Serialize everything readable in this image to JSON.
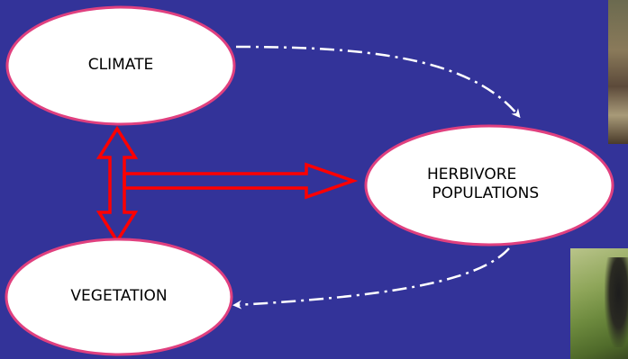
{
  "diagram": {
    "background_color": "#333399",
    "node_fill": "#ffffff",
    "node_border_color": "#e0407f",
    "arrow_color": "#ff0000",
    "dashed_arrow_color": "#ffffff",
    "nodes": {
      "climate": {
        "label": "CLIMATE"
      },
      "herbivore": {
        "line1": "HERBIVORE",
        "line2": " POPULATIONS"
      },
      "vegetation": {
        "label": "VEGETATION"
      }
    },
    "edges": [
      {
        "from": "climate",
        "to": "herbivore",
        "style": "dash-dot",
        "direction": "forward"
      },
      {
        "from": "herbivore",
        "to": "vegetation",
        "style": "dash-dot",
        "direction": "forward"
      },
      {
        "from": "climate",
        "to": "vegetation",
        "style": "double-outline",
        "direction": "both"
      },
      {
        "from": "climate-vegetation-link",
        "to": "herbivore",
        "style": "double-outline",
        "direction": "forward"
      }
    ],
    "photos": [
      {
        "name": "herbivore-photo-top"
      },
      {
        "name": "herbivore-photo-bottom"
      }
    ]
  }
}
